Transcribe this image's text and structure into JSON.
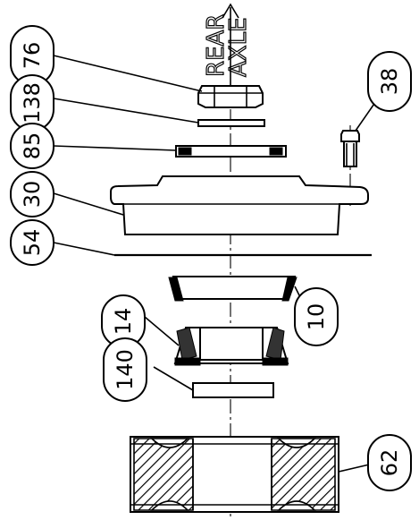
{
  "direction_label": {
    "line1": "REAR",
    "line2": "AXLE"
  },
  "callouts": [
    {
      "id": "76"
    },
    {
      "id": "138"
    },
    {
      "id": "85"
    },
    {
      "id": "30"
    },
    {
      "id": "54"
    },
    {
      "id": "38"
    },
    {
      "id": "10"
    },
    {
      "id": "14"
    },
    {
      "id": "140"
    },
    {
      "id": "62"
    }
  ]
}
